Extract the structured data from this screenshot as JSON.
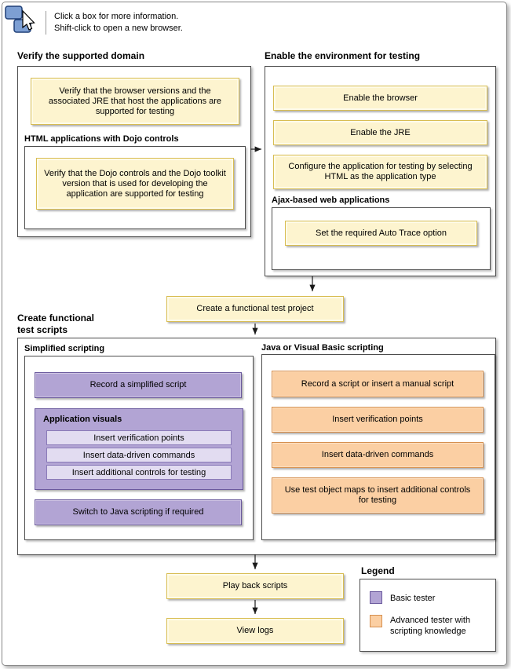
{
  "hint": {
    "line1": "Click a box for more information.",
    "line2": "Shift-click to open a new browser."
  },
  "verify_domain": {
    "title": "Verify the supported domain",
    "browser_jre_box": "Verify that the browser versions and the associated JRE that host the applications are supported for testing",
    "dojo_group_title": "HTML applications with Dojo controls",
    "dojo_box": "Verify that the Dojo controls and the Dojo toolkit version that is used for developing the application are supported for testing"
  },
  "enable_env": {
    "title": "Enable the environment for testing",
    "boxes": [
      "Enable the browser",
      "Enable the JRE",
      "Configure the application for testing by selecting HTML as the application type"
    ],
    "ajax_group_title": "Ajax-based web applications",
    "ajax_box": "Set the required Auto Trace option"
  },
  "create_project_box": "Create a functional test project",
  "create_scripts": {
    "title_line1": "Create functional",
    "title_line2": "test scripts",
    "simplified": {
      "title": "Simplified scripting",
      "record_box": "Record a simplified script",
      "visuals_title": "Application visuals",
      "visual_items": [
        "Insert verification points",
        "Insert data-driven commands",
        "Insert additional controls for testing"
      ],
      "switch_box": "Switch to Java scripting if required"
    },
    "java_vb": {
      "title": "Java or Visual Basic scripting",
      "boxes": [
        "Record a script or insert a manual script",
        "Insert verification points",
        "Insert data-driven commands",
        "Use test object maps to insert additional controls for testing"
      ]
    }
  },
  "playback_box": "Play back scripts",
  "view_logs_box": "View logs",
  "legend": {
    "title": "Legend",
    "items": [
      {
        "label": "Basic tester",
        "color": "#b2a4d4"
      },
      {
        "label": "Advanced tester with scripting knowledge",
        "color": "#fbcfa3"
      }
    ]
  },
  "colors": {
    "task_yellow": "#fdf4cf",
    "task_yellow_border": "#d8bd52",
    "basic_purple": "#b2a4d4",
    "purple_border": "#69589c",
    "purple_light": "#e2dcf1",
    "advanced_orange": "#fbcfa3",
    "orange_border": "#d69050"
  }
}
